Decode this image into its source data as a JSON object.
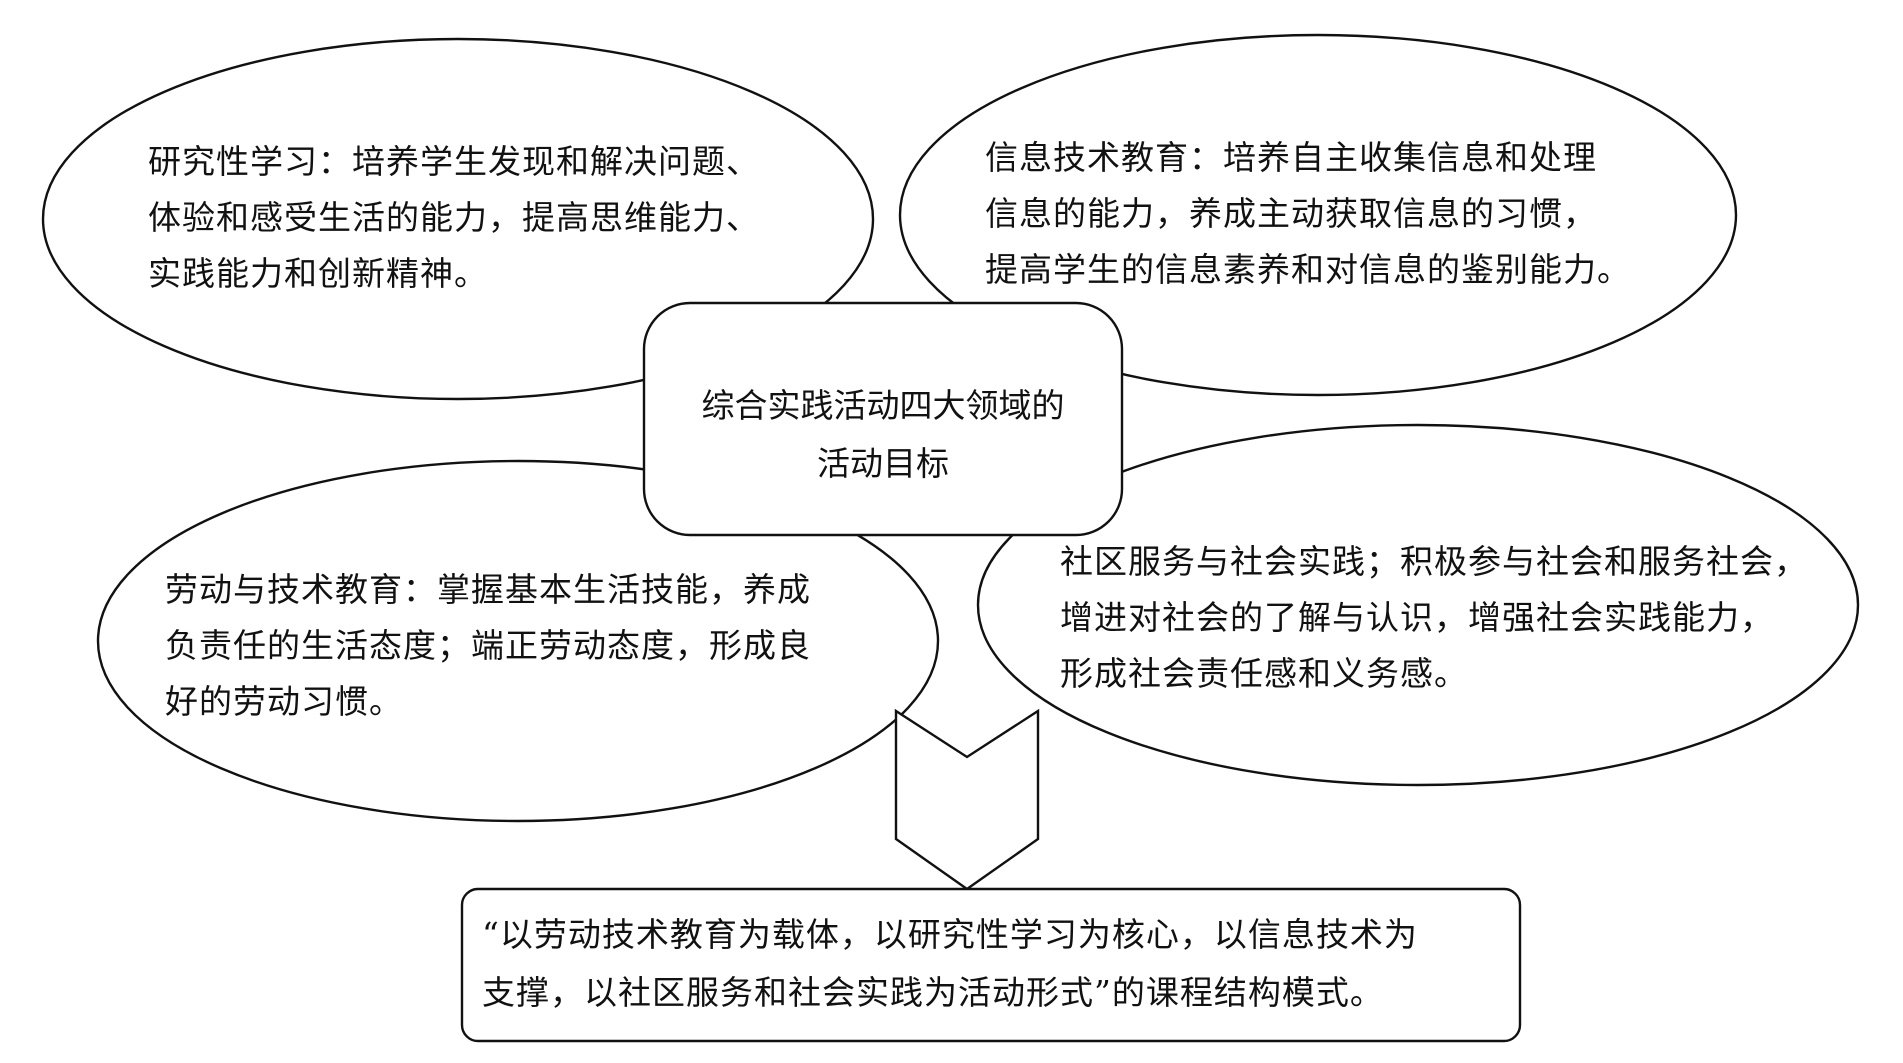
{
  "diagram": {
    "center": {
      "lines": [
        "综合实践活动四大领域的",
        "活动目标"
      ]
    },
    "research": {
      "lines": [
        "研究性学习：培养学生发现和解决问题、",
        "体验和感受生活的能力，提高思维能力、",
        "实践能力和创新精神。"
      ]
    },
    "information": {
      "lines": [
        "信息技术教育：培养自主收集信息和处理",
        "信息的能力，养成主动获取信息的习惯，",
        "提高学生的信息素养和对信息的鉴别能力。"
      ]
    },
    "labor": {
      "lines": [
        "劳动与技术教育：掌握基本生活技能，养成",
        "负责任的生活态度；端正劳动态度，形成良",
        "好的劳动习惯。"
      ]
    },
    "community": {
      "lines": [
        "社区服务与社会实践；积极参与社会和服务社会，",
        "增进对社会的了解与认识，增强社会实践能力，",
        "形成社会责任感和义务感。"
      ]
    },
    "result": {
      "lines": [
        "“以劳动技术教育为载体，以研究性学习为核心，以信息技术为",
        "支撑，以社区服务和社会实践为活动形式”的课程结构模式。"
      ]
    }
  }
}
